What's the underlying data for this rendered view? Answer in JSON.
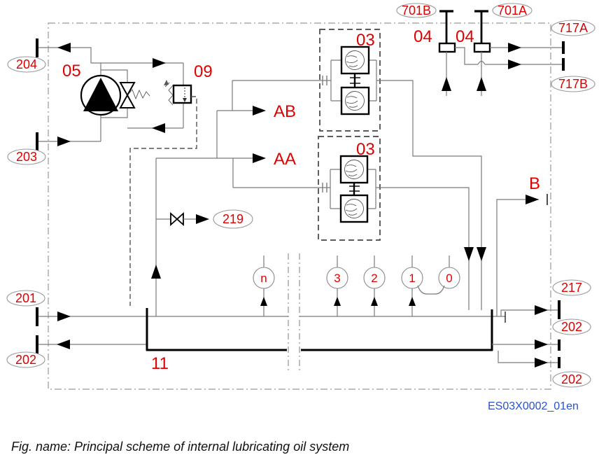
{
  "footer": {
    "doc_code": "ES03X0002_01en",
    "caption": "Fig. name: Principal scheme of internal lubricating oil system"
  },
  "colors": {
    "label_red": "#e10000",
    "code_blue": "#2a52c8",
    "line_gray": "#7a7a7a",
    "line_black": "#000000"
  },
  "labels": {
    "conn_204": "204",
    "conn_203": "203",
    "conn_201": "201",
    "conn_202_left": "202",
    "conn_701b": "701B",
    "conn_701a": "701A",
    "conn_717a": "717A",
    "conn_717b": "717B",
    "conn_217": "217",
    "conn_202_right_upper": "202",
    "conn_202_right_lower": "202",
    "conn_219": "219",
    "pump": "05",
    "regulator": "09",
    "filter_upper": "03",
    "filter_lower": "03",
    "separator_left": "04",
    "separator_right": "04",
    "tank": "11",
    "outlet_ab": "AB",
    "outlet_aa": "AA",
    "outlet_b": "B",
    "point_n": "n",
    "point_3": "3",
    "point_2": "2",
    "point_1": "1",
    "point_0": "0"
  }
}
